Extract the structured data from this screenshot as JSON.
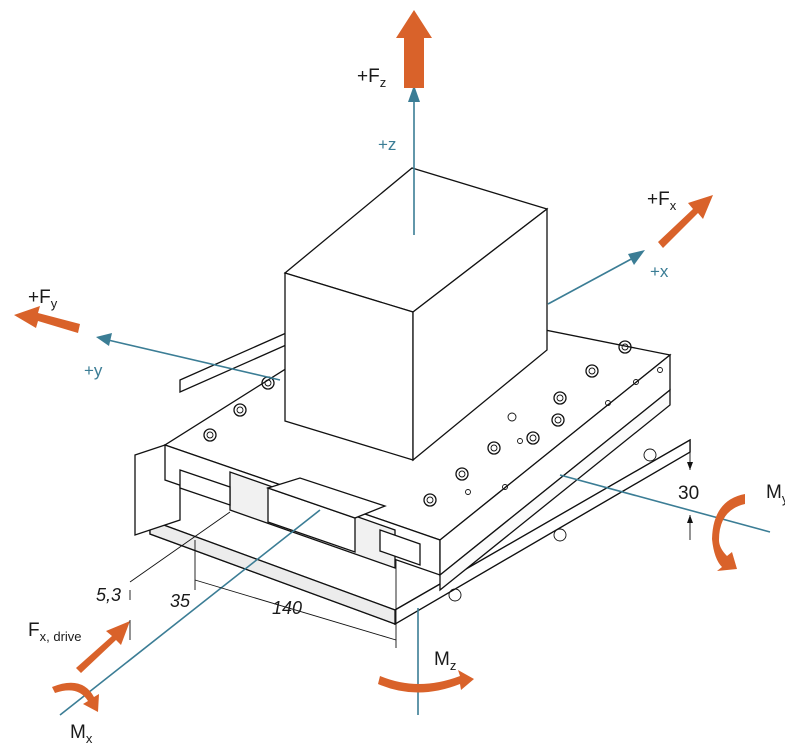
{
  "labels": {
    "fz": {
      "main": "+F",
      "sub": "z"
    },
    "z_axis": "+z",
    "fx": {
      "main": "+F",
      "sub": "x"
    },
    "x_axis": "+x",
    "fy": {
      "main": "+F",
      "sub": "y"
    },
    "y_axis": "+y",
    "my": {
      "main": "M",
      "sub": "y"
    },
    "mz": {
      "main": "M",
      "sub": "z"
    },
    "mx": {
      "main": "M",
      "sub": "x"
    },
    "fx_drive": {
      "main": "F",
      "sub": "x, drive"
    }
  },
  "dimensions": {
    "d30": "30",
    "d53": "5,3",
    "d35": "35",
    "d140": "140"
  },
  "colors": {
    "force_arrow": "#d9622a",
    "axis_line": "#3b7d95"
  }
}
